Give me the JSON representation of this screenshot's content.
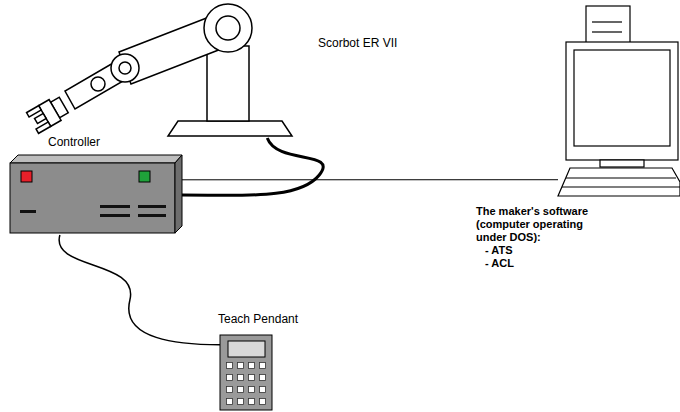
{
  "diagram": {
    "nodes": [
      {
        "text": [
          "Scorbot ER VII"
        ]
      },
      {
        "text": [
          "Controller"
        ]
      },
      {
        "text": [
          "Teach Pendant"
        ]
      },
      {
        "text": [
          "The maker's software (computer operating under DOS):",
          "- ATS",
          "- ACL"
        ]
      }
    ],
    "edges": [
      {
        "from": 0,
        "to": 1,
        "arrow": "none"
      },
      {
        "from": 1,
        "to": 3,
        "arrow": "none"
      },
      {
        "from": 1,
        "to": 2,
        "arrow": "none"
      }
    ]
  }
}
